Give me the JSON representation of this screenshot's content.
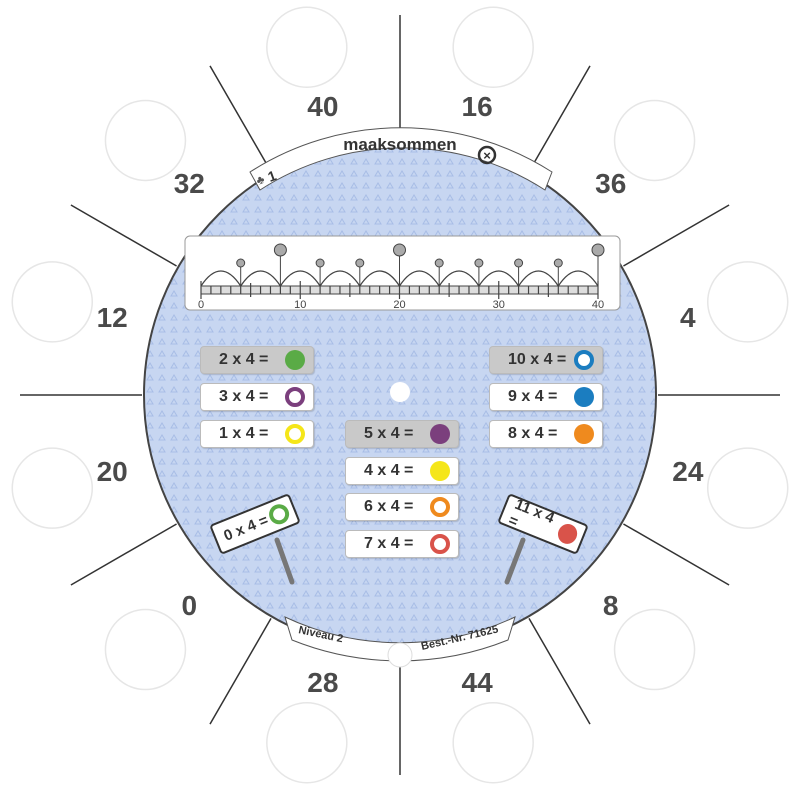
{
  "title": "maaksommen",
  "level_badge": "1",
  "footer": {
    "level": "Niveau 2",
    "order_number": "Best.-Nr. 71625"
  },
  "outer_numbers": [
    "16",
    "36",
    "4",
    "24",
    "8",
    "44",
    "28",
    "0",
    "20",
    "12",
    "32",
    "40"
  ],
  "number_line": {
    "ticks": [
      "0",
      "10",
      "20",
      "30",
      "40"
    ],
    "min": 0,
    "max": 40,
    "jump": 4
  },
  "equations": [
    {
      "label": "2 x 4 =",
      "color": "#5aab46",
      "style": "dot",
      "highlight": true
    },
    {
      "label": "3 x 4 =",
      "color": "#7b3f7d",
      "style": "ring",
      "highlight": false
    },
    {
      "label": "1 x 4 =",
      "color": "#f5e619",
      "style": "ring",
      "highlight": false
    },
    {
      "label": "5 x 4 =",
      "color": "#7b3f7d",
      "style": "dot",
      "highlight": true
    },
    {
      "label": "4 x 4 =",
      "color": "#f5e619",
      "style": "dot",
      "highlight": false
    },
    {
      "label": "6 x 4 =",
      "color": "#ef8a1e",
      "style": "ring",
      "highlight": false
    },
    {
      "label": "7 x 4 =",
      "color": "#d9534a",
      "style": "ring",
      "highlight": false
    },
    {
      "label": "10 x 4 =",
      "color": "#1b7dc0",
      "style": "ring",
      "highlight": true
    },
    {
      "label": "9 x 4 =",
      "color": "#1b7dc0",
      "style": "dot",
      "highlight": false
    },
    {
      "label": "8 x 4 =",
      "color": "#ef8a1e",
      "style": "dot",
      "highlight": false
    }
  ],
  "signs": [
    {
      "label": "0 x 4 =",
      "color": "#5aab46",
      "style": "ring"
    },
    {
      "label": "11 x 4 =",
      "color": "#d9534a",
      "style": "dot"
    }
  ]
}
